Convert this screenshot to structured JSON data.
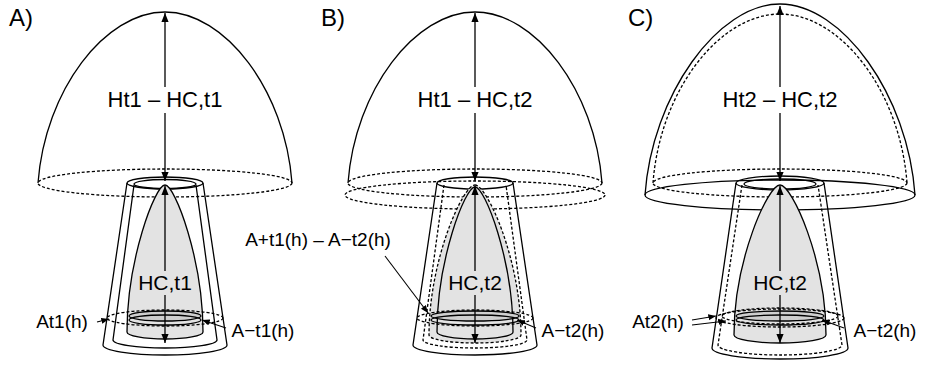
{
  "diagram": {
    "labels": [
      "A)",
      "B)",
      "C)",
      "Ht1 – HC,t1",
      "Ht1 – HC,t2",
      "Ht2 – HC,t2",
      "HC,t1",
      "A+t1(h) – A−t2(h)",
      "HC,t2",
      "HC,t2",
      "At1(h)",
      "A−t1(h)",
      "A−t2(h)",
      "At2(h)",
      "A−t2(h)"
    ]
  }
}
